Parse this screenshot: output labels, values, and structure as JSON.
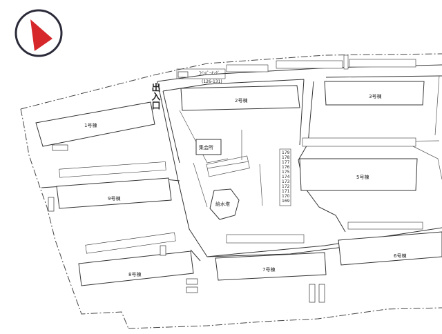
{
  "map": {
    "entrance_label": "出入口",
    "coin_parking_label": "ｺｲﾝﾊﾟｰｷﾝｸﾞ",
    "coin_parking_range": "(126-131)",
    "meeting_hall": "集会所",
    "water_tower": "給水塔",
    "buildings": [
      "1号棟",
      "2号棟",
      "3号棟",
      "5号棟",
      "6号棟",
      "7号棟",
      "8号棟",
      "9号棟"
    ],
    "parking_stack_numbers": [
      "179",
      "178",
      "177",
      "176",
      "175",
      "174",
      "173",
      "172",
      "171",
      "170",
      "169"
    ]
  },
  "badge": {
    "icon": "play-arrow-icon",
    "color": "#d6282b",
    "ring_color": "#2b2b3a"
  }
}
